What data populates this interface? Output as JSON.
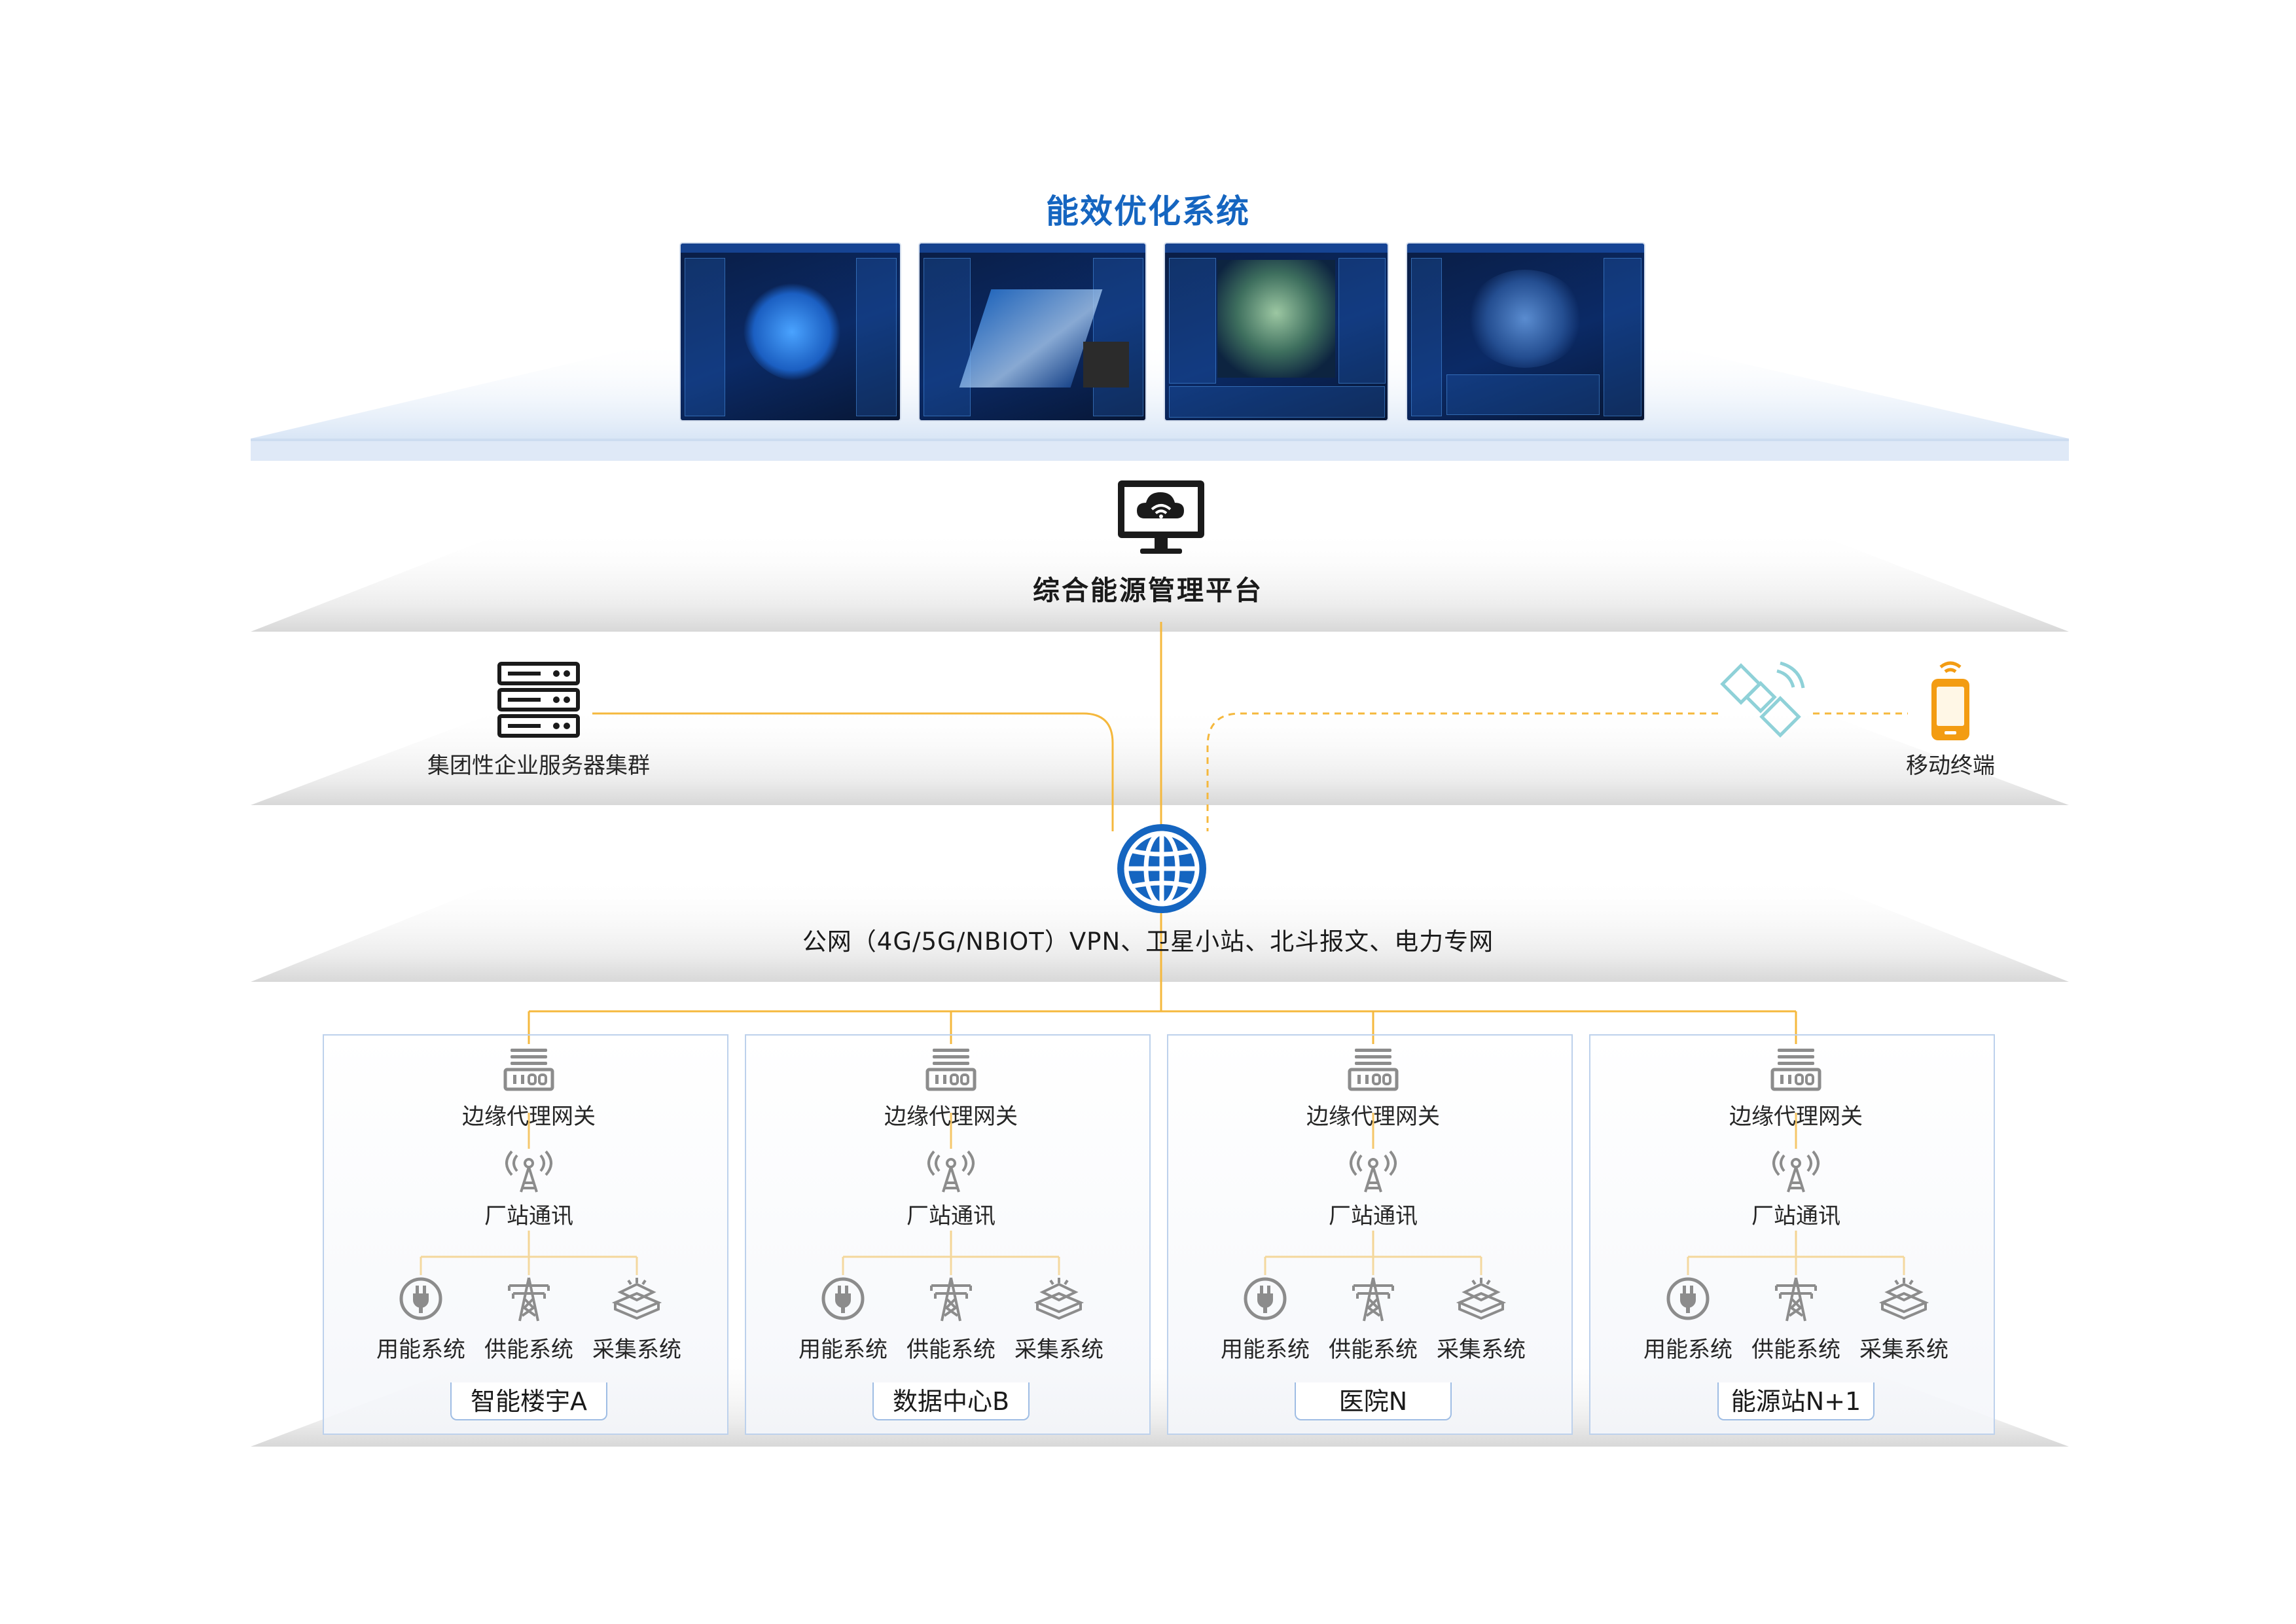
{
  "top_title": "能效优化系统",
  "platform_label": "综合能源管理平台",
  "server_label": "集团性企业服务器集群",
  "mobile_label": "移动终端",
  "network_label": "公网（4G/5G/NBIOT）VPN、卫星小站、北斗报文、电力专网",
  "colors": {
    "accent_blue": "#1565c0",
    "connector_orange": "#f5b83d",
    "mobile_orange": "#f39c12",
    "satellite_teal": "#8fd1d8",
    "site_border": "#bdd1ec"
  },
  "icons": [
    "monitor-cloud-icon",
    "server-rack-icon",
    "satellite-icon",
    "mobile-phone-icon",
    "globe-icon",
    "gateway-icon",
    "antenna-tower-icon",
    "plug-icon",
    "power-pylon-icon",
    "collector-icon"
  ],
  "sites": [
    {
      "name": "智能楼宇A",
      "gateway": "边缘代理网关",
      "comm": "厂站通讯",
      "systems": [
        "用能系统",
        "供能系统",
        "采集系统"
      ]
    },
    {
      "name": "数据中心B",
      "gateway": "边缘代理网关",
      "comm": "厂站通讯",
      "systems": [
        "用能系统",
        "供能系统",
        "采集系统"
      ]
    },
    {
      "name": "医院N",
      "gateway": "边缘代理网关",
      "comm": "厂站通讯",
      "systems": [
        "用能系统",
        "供能系统",
        "采集系统"
      ]
    },
    {
      "name": "能源站N+1",
      "gateway": "边缘代理网关",
      "comm": "厂站通讯",
      "systems": [
        "用能系统",
        "供能系统",
        "采集系统"
      ]
    }
  ]
}
